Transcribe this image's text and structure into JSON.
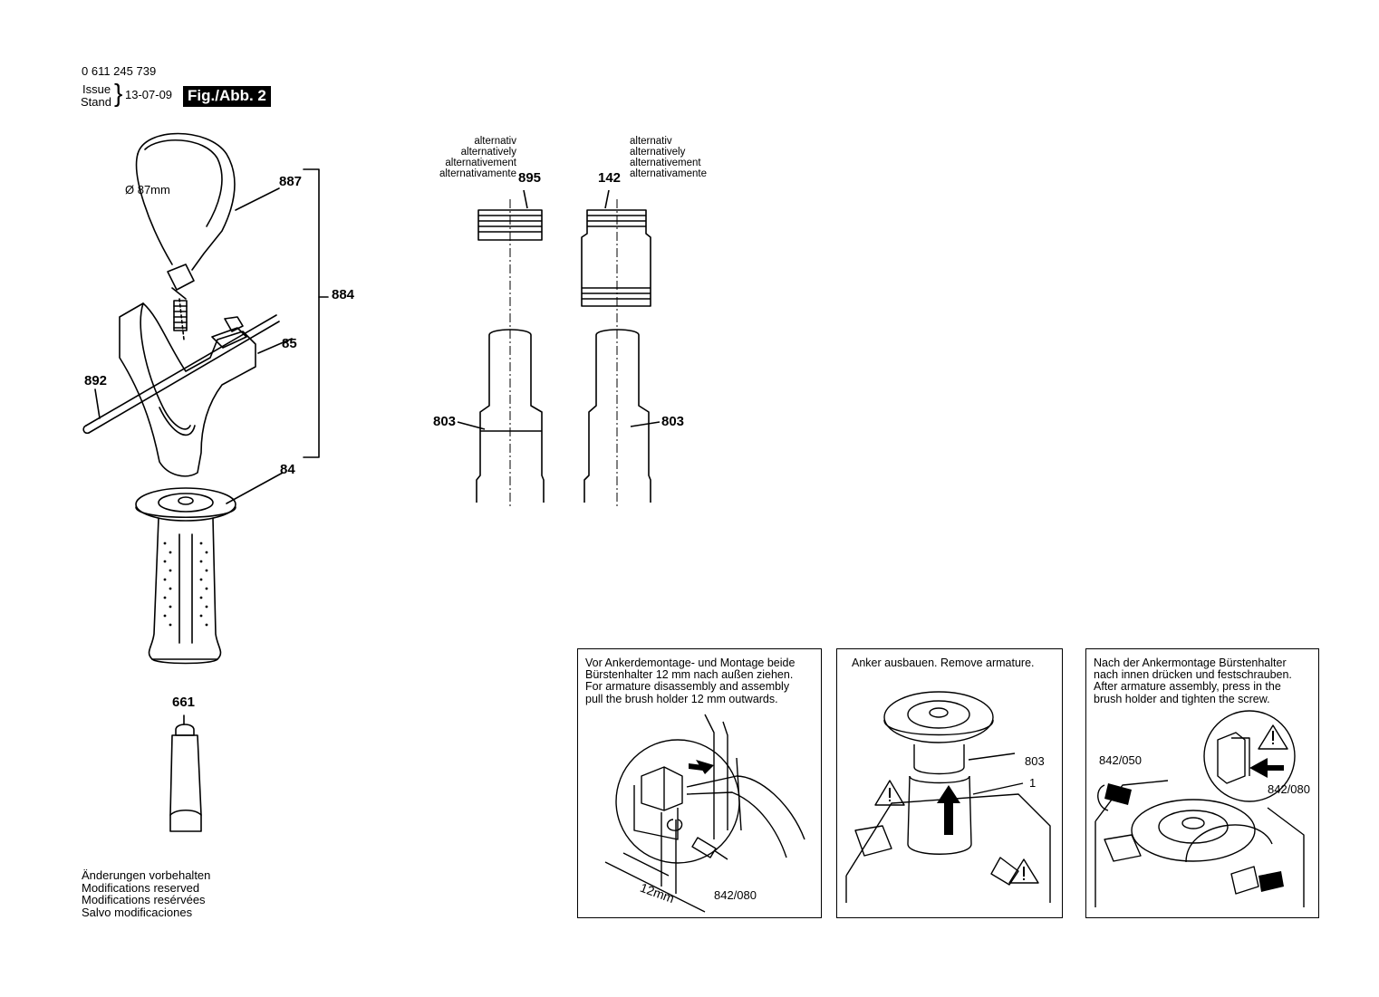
{
  "header": {
    "doc_number": "0 611 245 739",
    "issue_label": "Issue",
    "stand_label": "Stand",
    "brace": "}",
    "date": "13-07-09",
    "figure": "Fig./Abb. 2"
  },
  "parts": {
    "p887": "887",
    "diameter": "Ø 87mm",
    "p884": "884",
    "p85": "85",
    "p892": "892",
    "p84": "84",
    "p661": "661",
    "p895": "895",
    "p142": "142",
    "p803_left": "803",
    "p803_right": "803"
  },
  "alternatives_left": [
    "alternativ",
    "alternatively",
    "alternativement",
    "alternativamente"
  ],
  "alternatives_right": [
    "alternativ",
    "alternatively",
    "alternativement",
    "alternativamente"
  ],
  "modifications": [
    "Änderungen vorbehalten",
    "Modifications reserved",
    "Modifications resérvées",
    "Salvo modificaciones"
  ],
  "panels": {
    "panel1": {
      "lines": [
        "Vor Ankerdemontage- und Montage beide",
        "Bürstenhalter 12 mm nach außen ziehen.",
        "For armature disassembly and assembly",
        "pull the brush holder 12 mm outwards."
      ],
      "dim": "12mm",
      "part": "842/080"
    },
    "panel2": {
      "lines": [
        "Anker ausbauen. Remove armature."
      ],
      "part_a": "803",
      "part_b": "1"
    },
    "panel3": {
      "lines": [
        "Nach der Ankermontage Bürstenhalter",
        "nach innen drücken und festschrauben.",
        "After armature assembly, press in the",
        "brush holder and tighten the screw."
      ],
      "part_a": "842/050",
      "part_b": "842/080"
    }
  }
}
